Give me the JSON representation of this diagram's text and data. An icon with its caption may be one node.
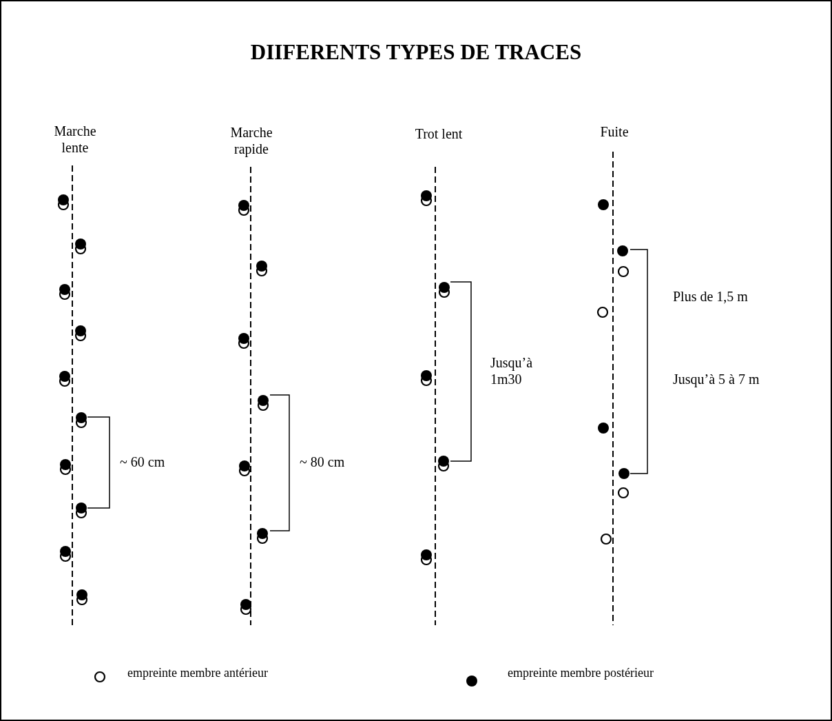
{
  "diagram": {
    "title": "DIIFERENTS TYPES DE TRACES",
    "labels": [
      "Marche lente",
      "Marche rapide",
      "Trot lent",
      "Fuite",
      "~ 60 cm",
      "~ 80 cm",
      "Jusqu’à 1m30",
      "Plus de 1,5 m",
      "Jusqu’à 5 à 7 m"
    ],
    "legend": [
      {
        "text": "empreinte membre antérieur"
      },
      {
        "text": "empreinte membre postérieur"
      }
    ]
  }
}
